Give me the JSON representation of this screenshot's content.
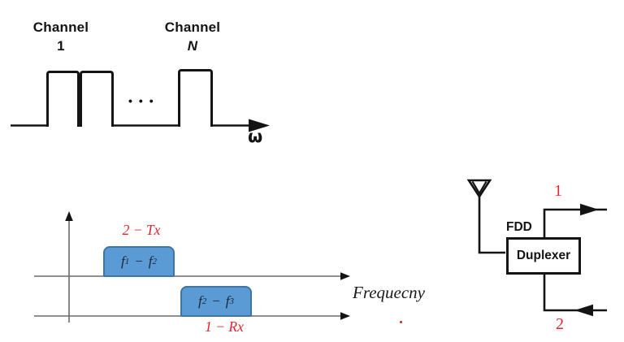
{
  "colors": {
    "band_fill": "#5b9bd5",
    "band_border": "#3f74a3",
    "red_accent": "#e2262b",
    "axis_gray": "#6b6b6b",
    "ink": "#141414"
  },
  "channel_spectrum": {
    "channel1_line1": "Channel",
    "channel1_line2": "1",
    "channelN_line1": "Channel",
    "channelN_line2": "N",
    "ellipsis": "•••",
    "omega": "ω"
  },
  "txrx": {
    "tx_tag": "2 − Tx",
    "rx_tag": "1 − Rx",
    "band1": {
      "lhs": "f",
      "lhs_sub": "1",
      "op": "−",
      "rhs": "f",
      "rhs_sub": "2"
    },
    "band2": {
      "lhs": "f",
      "lhs_sub": "2",
      "op": "−",
      "rhs": "f",
      "rhs_sub": "3"
    },
    "axis_label": "Frequecny"
  },
  "fdd": {
    "label": "FDD",
    "box_label": "Duplexer",
    "port1": "1",
    "port2": "2"
  }
}
